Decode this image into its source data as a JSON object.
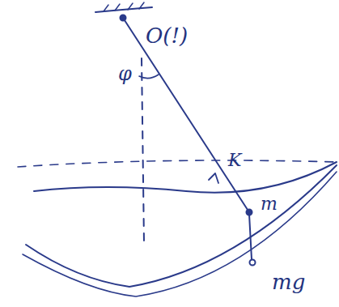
{
  "diagram": {
    "labels": [
      "O(!)",
      "φ",
      "K",
      "m",
      "mg"
    ]
  }
}
